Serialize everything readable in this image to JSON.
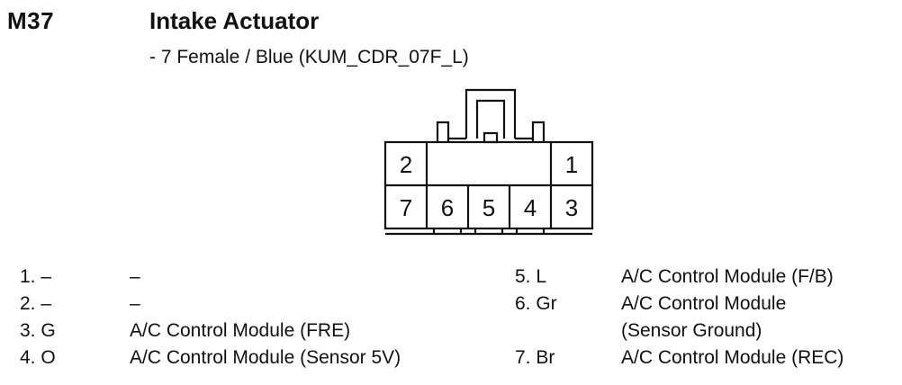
{
  "header": {
    "code": "M37",
    "title": "Intake Actuator",
    "subtitle": "- 7 Female / Blue (KUM_CDR_07F_L)"
  },
  "connector": {
    "top_row": [
      "2",
      "1"
    ],
    "bottom_row": [
      "7",
      "6",
      "5",
      "4",
      "3"
    ]
  },
  "pins_left": [
    {
      "num": "1. –",
      "desc": "–"
    },
    {
      "num": "2. –",
      "desc": "–"
    },
    {
      "num": "3. G",
      "desc": "A/C Control Module (FRE)"
    },
    {
      "num": "4. O",
      "desc": "A/C Control Module (Sensor 5V)"
    }
  ],
  "pins_right": [
    {
      "num": "5. L",
      "desc": "A/C Control Module (F/B)"
    },
    {
      "num": "6. Gr",
      "desc": "A/C Control Module"
    },
    {
      "num": "",
      "desc": "(Sensor Ground)"
    },
    {
      "num": "7. Br",
      "desc": "A/C Control Module (REC)"
    }
  ]
}
